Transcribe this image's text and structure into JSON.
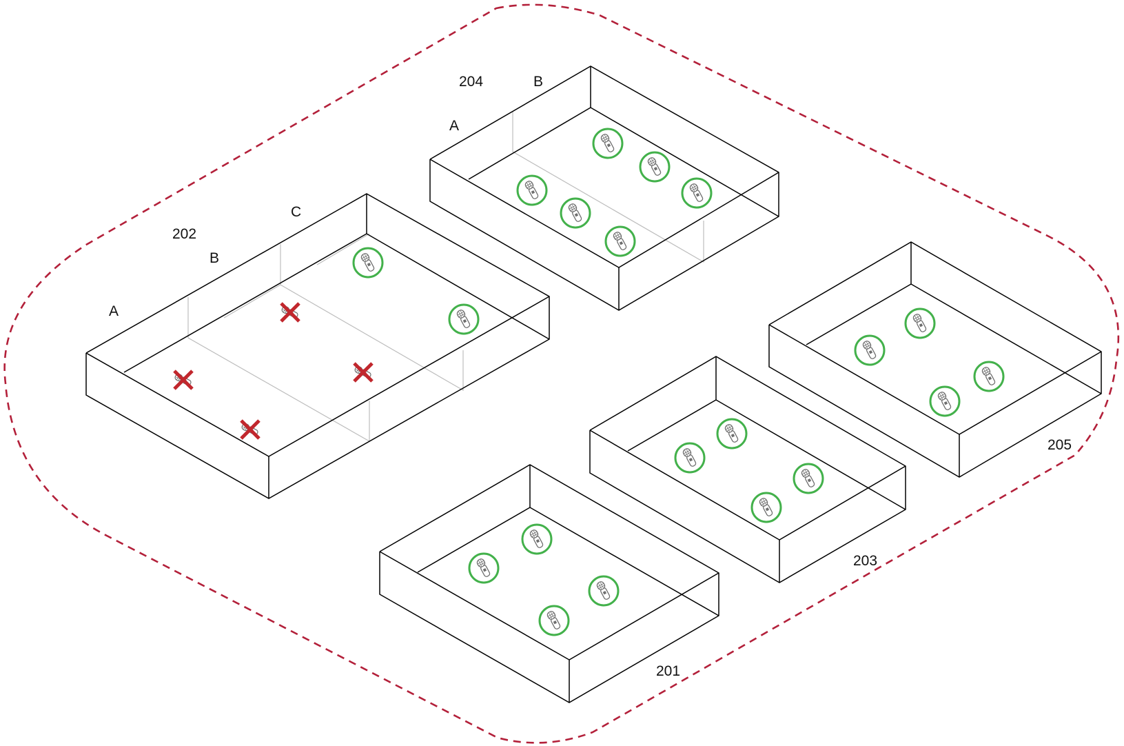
{
  "colors": {
    "boundary": "#b3203a",
    "ok": "#43b14b",
    "blocked": "#c1272d",
    "room_line": "#000000",
    "divider_line": "#bdbdbd",
    "mic": "#6e6e6e"
  },
  "icons": {
    "ok": "microphone-icon",
    "blocked": "microphone-x-icon"
  },
  "rooms": [
    {
      "id": "202",
      "label": "202",
      "zones": [
        "A",
        "B",
        "C"
      ],
      "microphones": [
        {
          "zone": "A",
          "status": "blocked"
        },
        {
          "zone": "A",
          "status": "blocked"
        },
        {
          "zone": "B",
          "status": "blocked"
        },
        {
          "zone": "B",
          "status": "blocked"
        },
        {
          "zone": "C",
          "status": "ok"
        },
        {
          "zone": "C",
          "status": "ok"
        }
      ]
    },
    {
      "id": "204",
      "label": "204",
      "zones": [
        "A",
        "B"
      ],
      "microphones": [
        {
          "zone": "A",
          "status": "ok"
        },
        {
          "zone": "A",
          "status": "ok"
        },
        {
          "zone": "A",
          "status": "ok"
        },
        {
          "zone": "B",
          "status": "ok"
        },
        {
          "zone": "B",
          "status": "ok"
        },
        {
          "zone": "B",
          "status": "ok"
        }
      ]
    },
    {
      "id": "205",
      "label": "205",
      "zones": [],
      "microphones": [
        {
          "status": "ok"
        },
        {
          "status": "ok"
        },
        {
          "status": "ok"
        },
        {
          "status": "ok"
        }
      ]
    },
    {
      "id": "203",
      "label": "203",
      "zones": [],
      "microphones": [
        {
          "status": "ok"
        },
        {
          "status": "ok"
        },
        {
          "status": "ok"
        },
        {
          "status": "ok"
        }
      ]
    },
    {
      "id": "201",
      "label": "201",
      "zones": [],
      "microphones": [
        {
          "status": "ok"
        },
        {
          "status": "ok"
        },
        {
          "status": "ok"
        },
        {
          "status": "ok"
        }
      ]
    }
  ]
}
